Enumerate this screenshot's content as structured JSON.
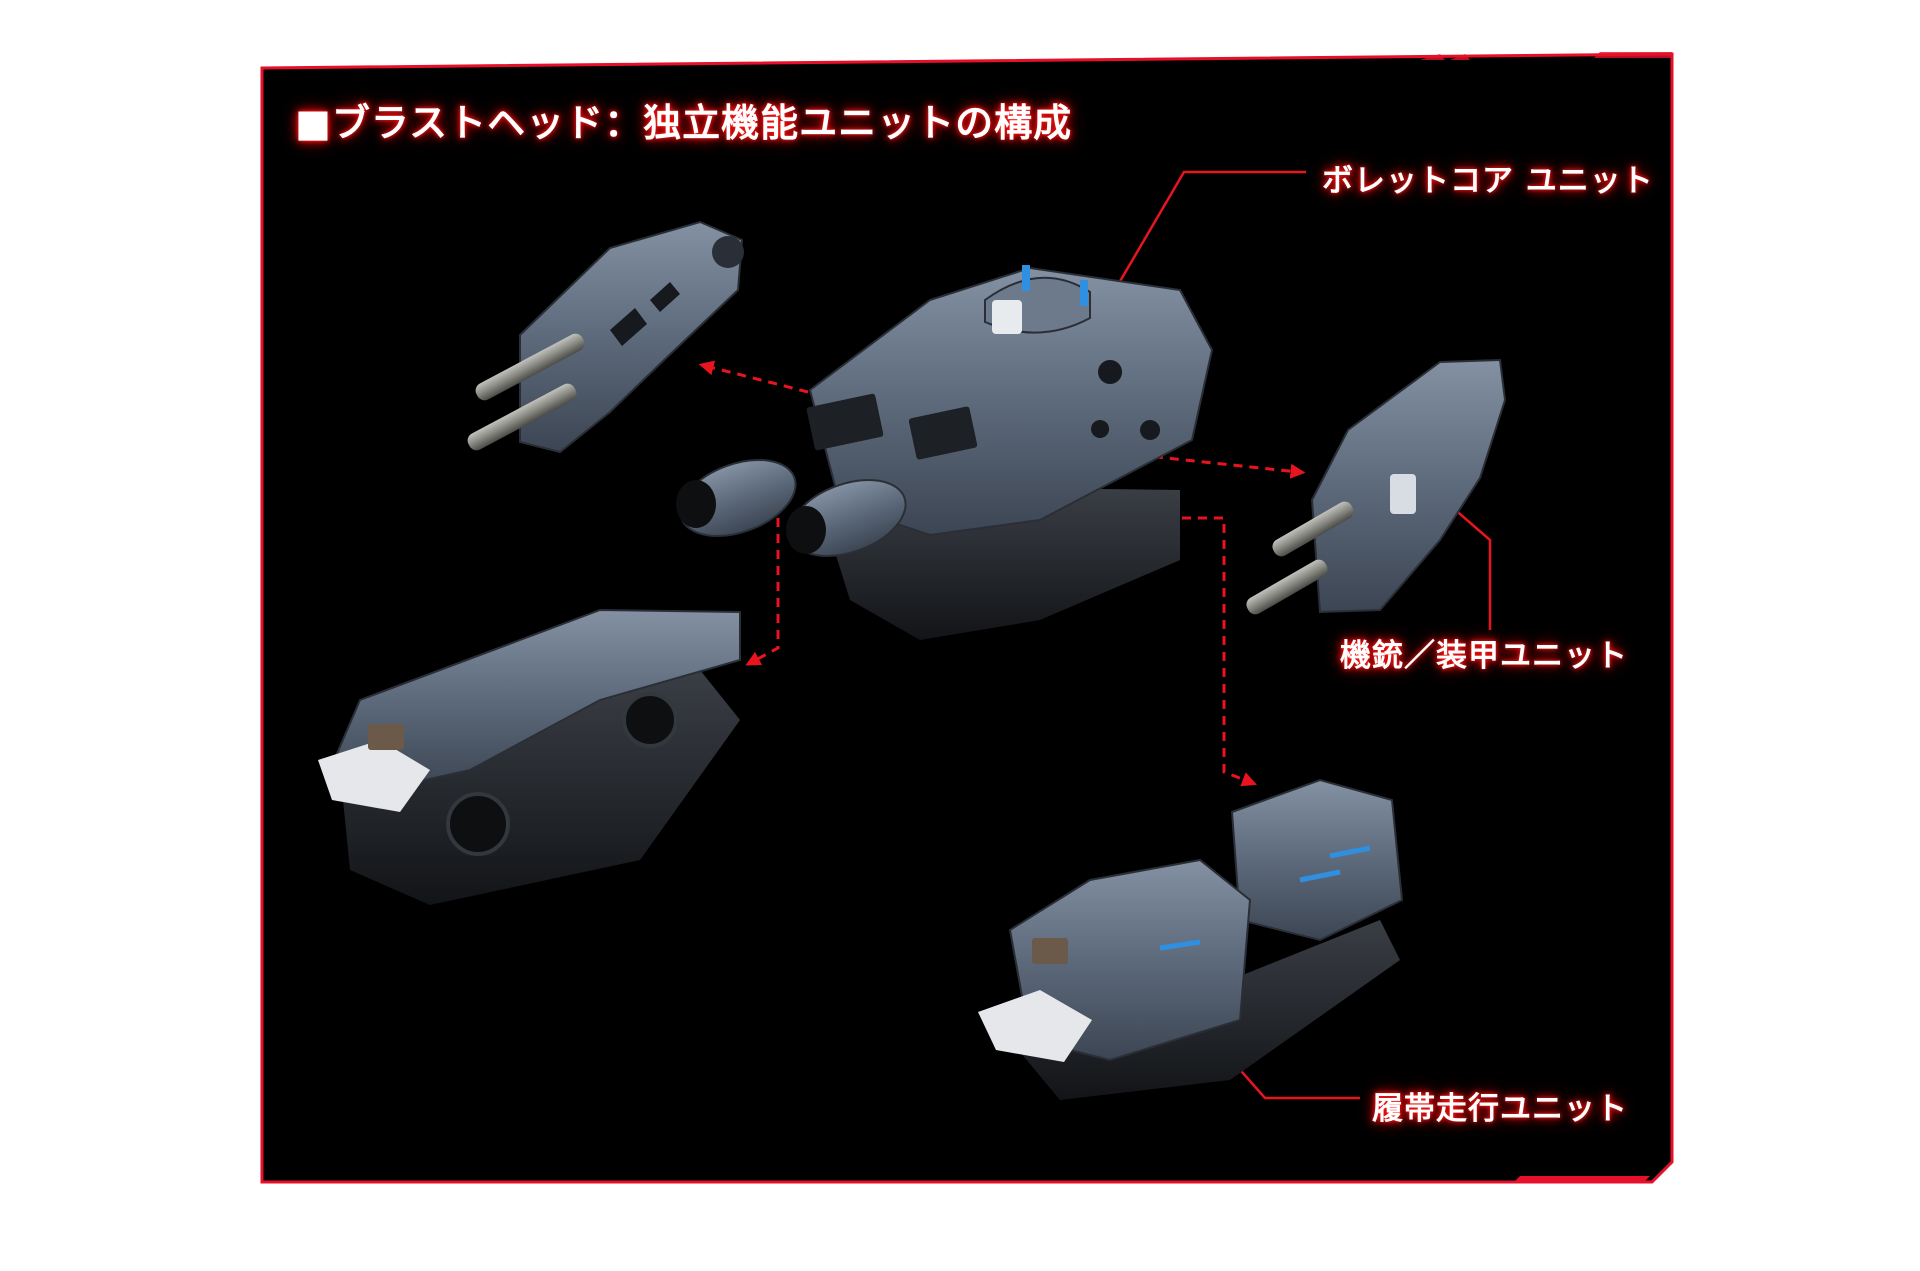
{
  "title": "■ブラストヘッド：独立機能ユニットの構成",
  "labels": {
    "core_unit": "ボレットコア ユニット",
    "gun_armor_unit": "機銃／装甲ユニット",
    "track_unit": "履帯走行ユニット"
  },
  "colors": {
    "frame_red": "#e6102a",
    "panel_bg": "#000000",
    "unit_gray": "#5b6778",
    "unit_dark": "#1e2126",
    "accent_blue": "#2f8fe0",
    "leader_red": "#e8141e"
  }
}
